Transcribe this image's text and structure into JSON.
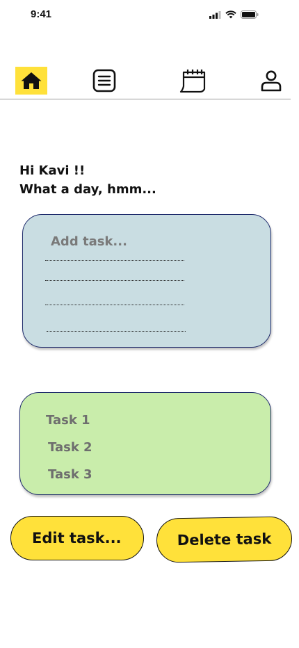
{
  "status_bar": {
    "time": "9:41"
  },
  "nav": {
    "items": [
      {
        "icon": "home-icon",
        "active": true
      },
      {
        "icon": "list-icon",
        "active": false
      },
      {
        "icon": "calendar-icon",
        "active": false
      },
      {
        "icon": "profile-icon",
        "active": false
      }
    ]
  },
  "greeting": {
    "line1": "Hi Kavi !!",
    "line2": "What a day, hmm..."
  },
  "add_task": {
    "placeholder": "Add task..."
  },
  "tasks": [
    "Task 1",
    "Task 2",
    "Task 3"
  ],
  "buttons": {
    "edit": "Edit task...",
    "delete": "Delete task"
  },
  "colors": {
    "accent": "#ffe13a",
    "add_card": "#c9dde2",
    "task_card": "#c9edab",
    "border": "#1d2a6b"
  }
}
